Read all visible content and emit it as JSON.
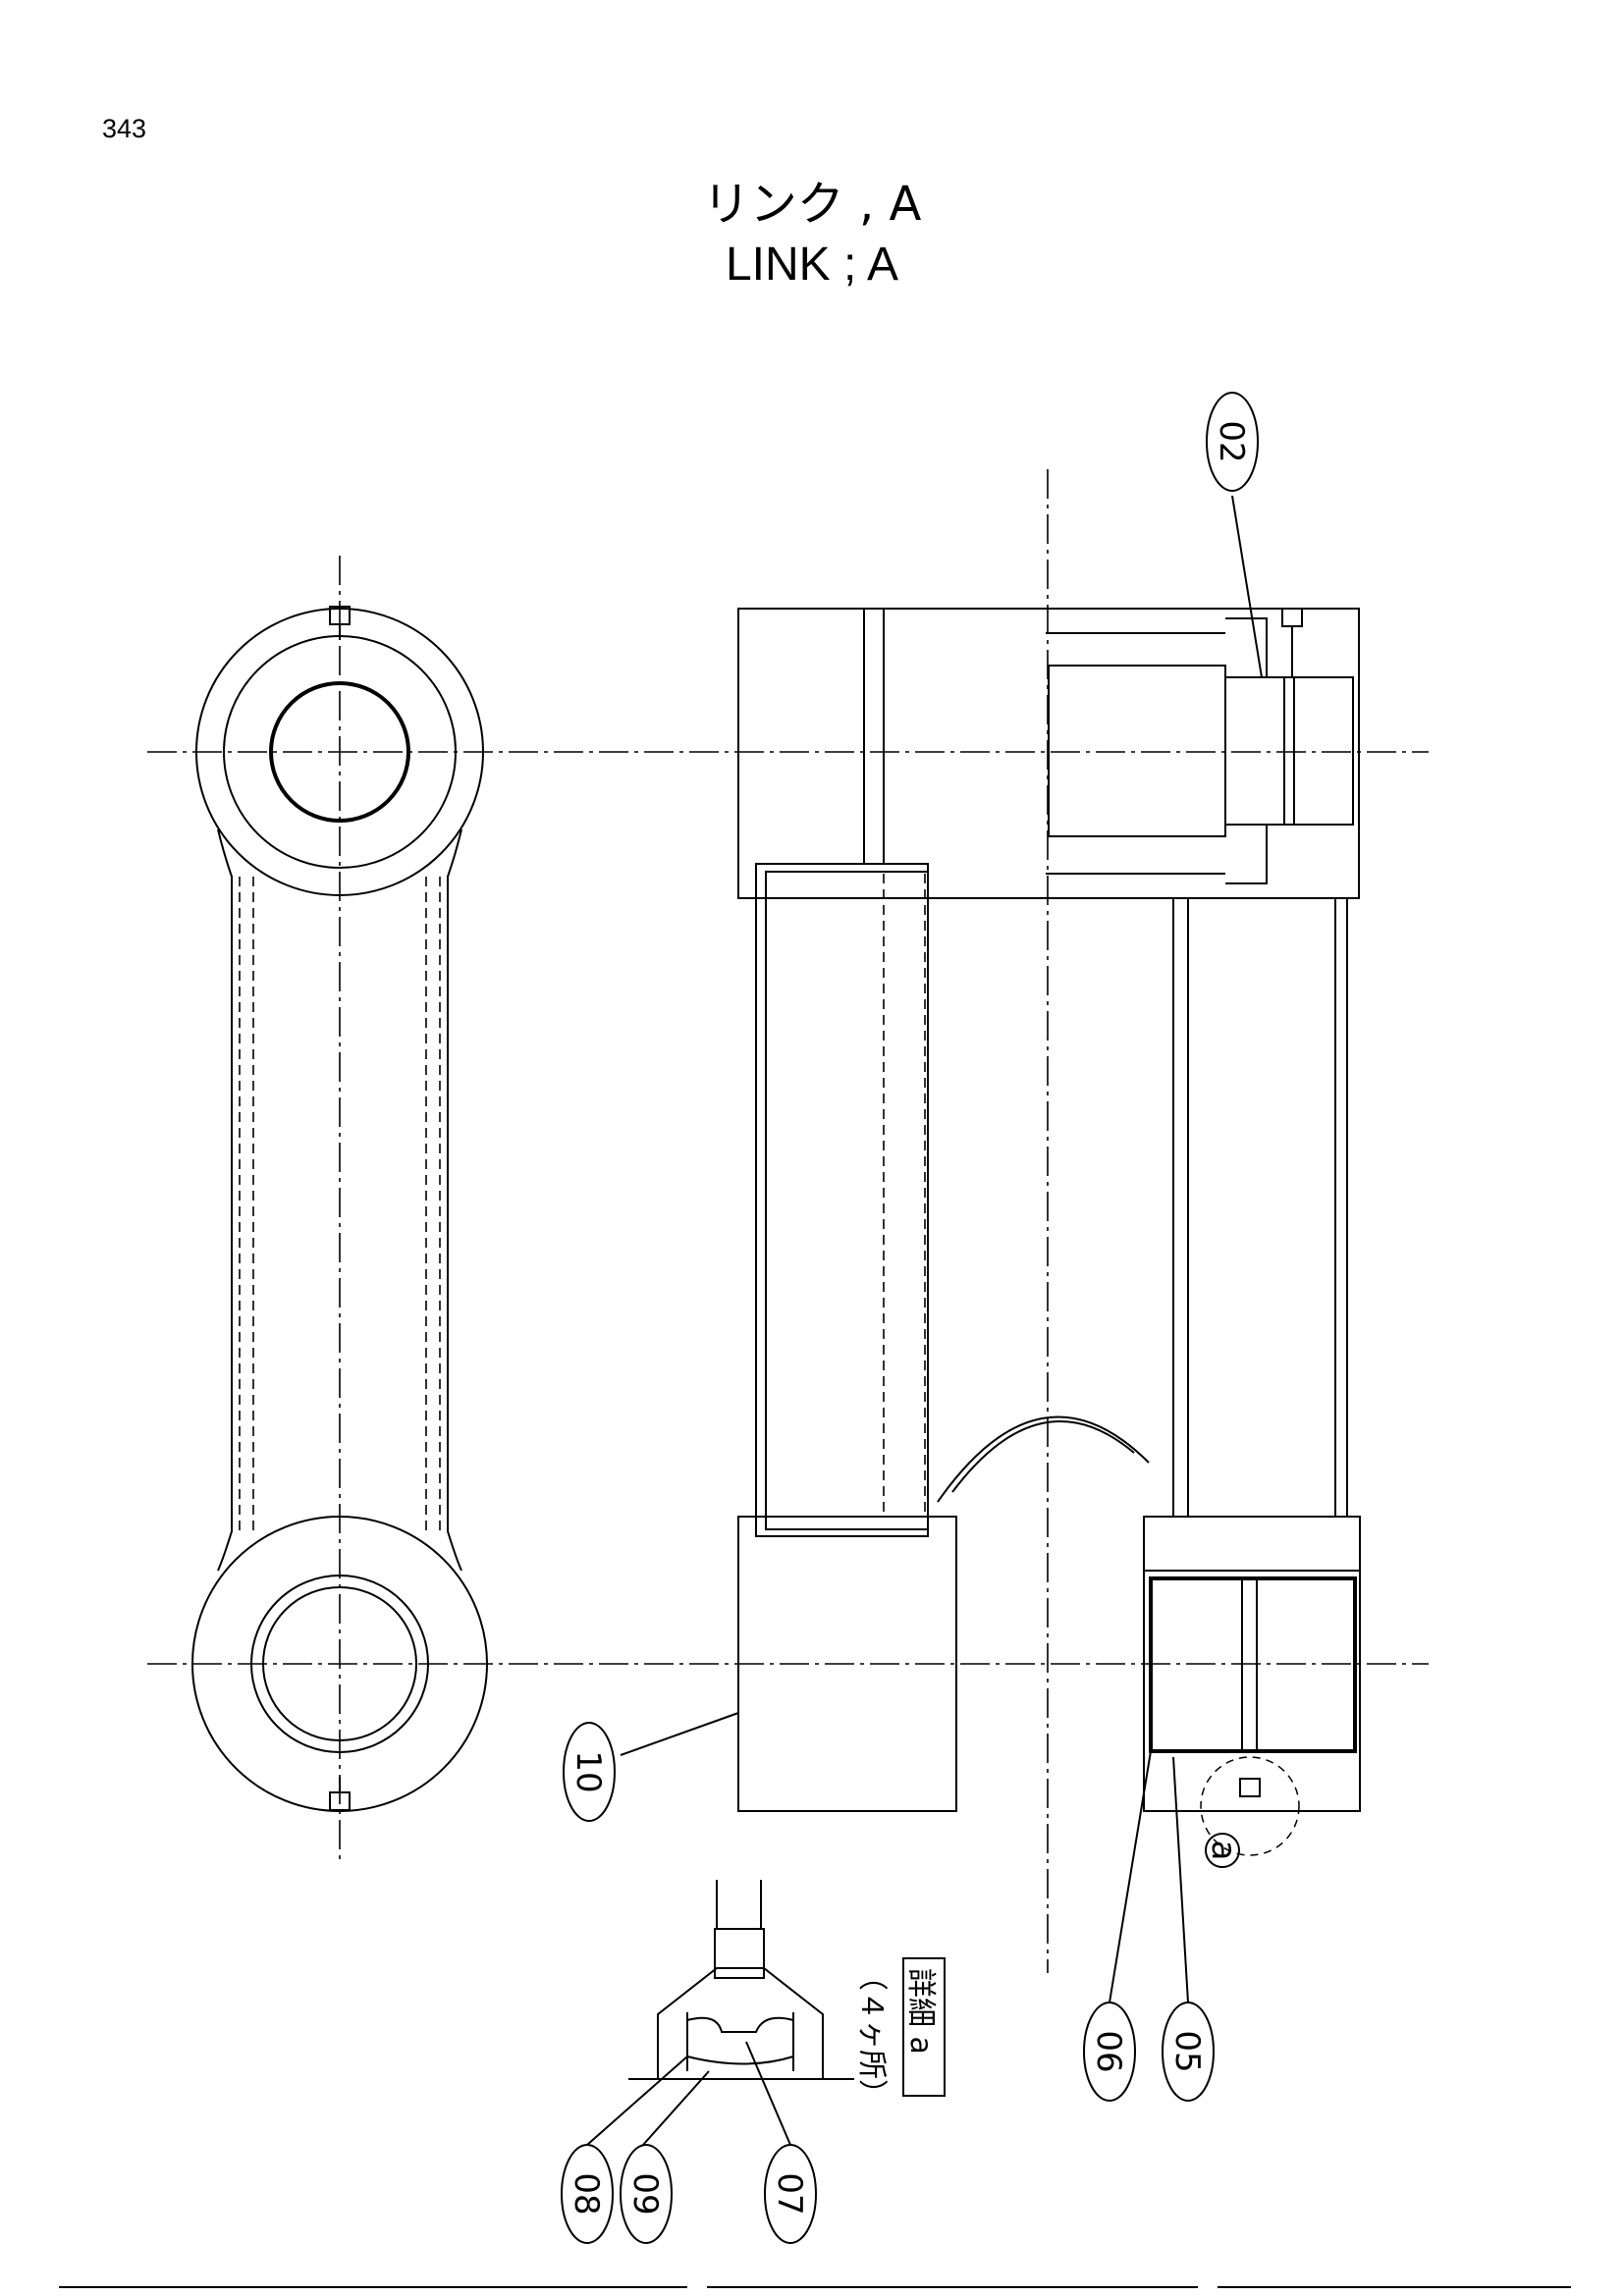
{
  "page_number": "343",
  "title": {
    "jp": "リンク , A",
    "en": "LINK ; A"
  },
  "callouts": {
    "c02": "02",
    "c10": "10",
    "c06": "06",
    "c05": "05",
    "c08": "08",
    "c09": "09",
    "c07": "07",
    "ca": "a"
  },
  "detail_note": {
    "count": "（４ヶ所）",
    "label": "詳細 a"
  }
}
